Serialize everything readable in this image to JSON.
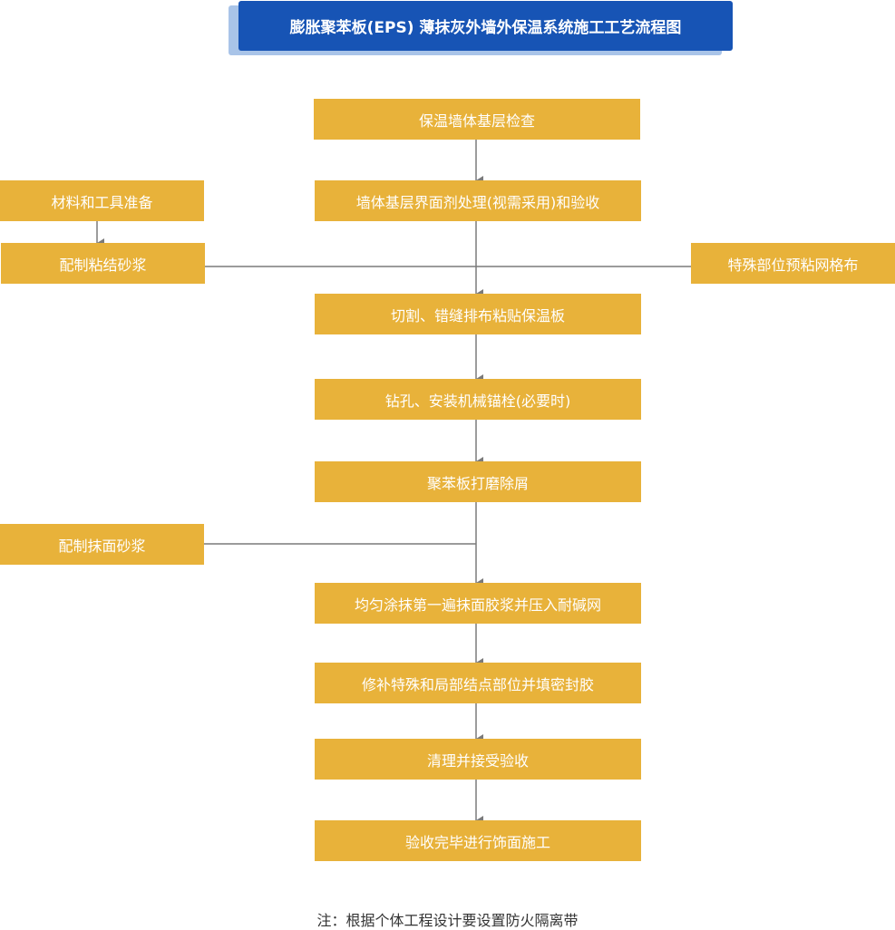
{
  "title": "膨胀聚苯板(EPS) 薄抹灰外墙外保温系统施工工艺流程图",
  "steps": [
    "保温墙体基层检查",
    "墙体基层界面剂处理(视需采用)和验收",
    "切割、错缝排布粘贴保温板",
    "钻孔、安装机械锚栓(必要时)",
    "聚苯板打磨除屑",
    "均匀涂抹第一遍抹面胶浆并压入耐碱网",
    "修补特殊和局部结点部位并填密封胶",
    "清理并接受验收",
    "验收完毕进行饰面施工"
  ],
  "side": {
    "materials": "材料和工具准备",
    "bonding_mortar": "配制粘结砂浆",
    "mesh": "特殊部位预粘网格布",
    "plaster_mortar": "配制抹面砂浆"
  },
  "note": "注：根据个体工程设计要设置防火隔离带",
  "colors": {
    "box": "#e8b23a",
    "title": "#1754b5",
    "line": "#7a7a7a"
  }
}
